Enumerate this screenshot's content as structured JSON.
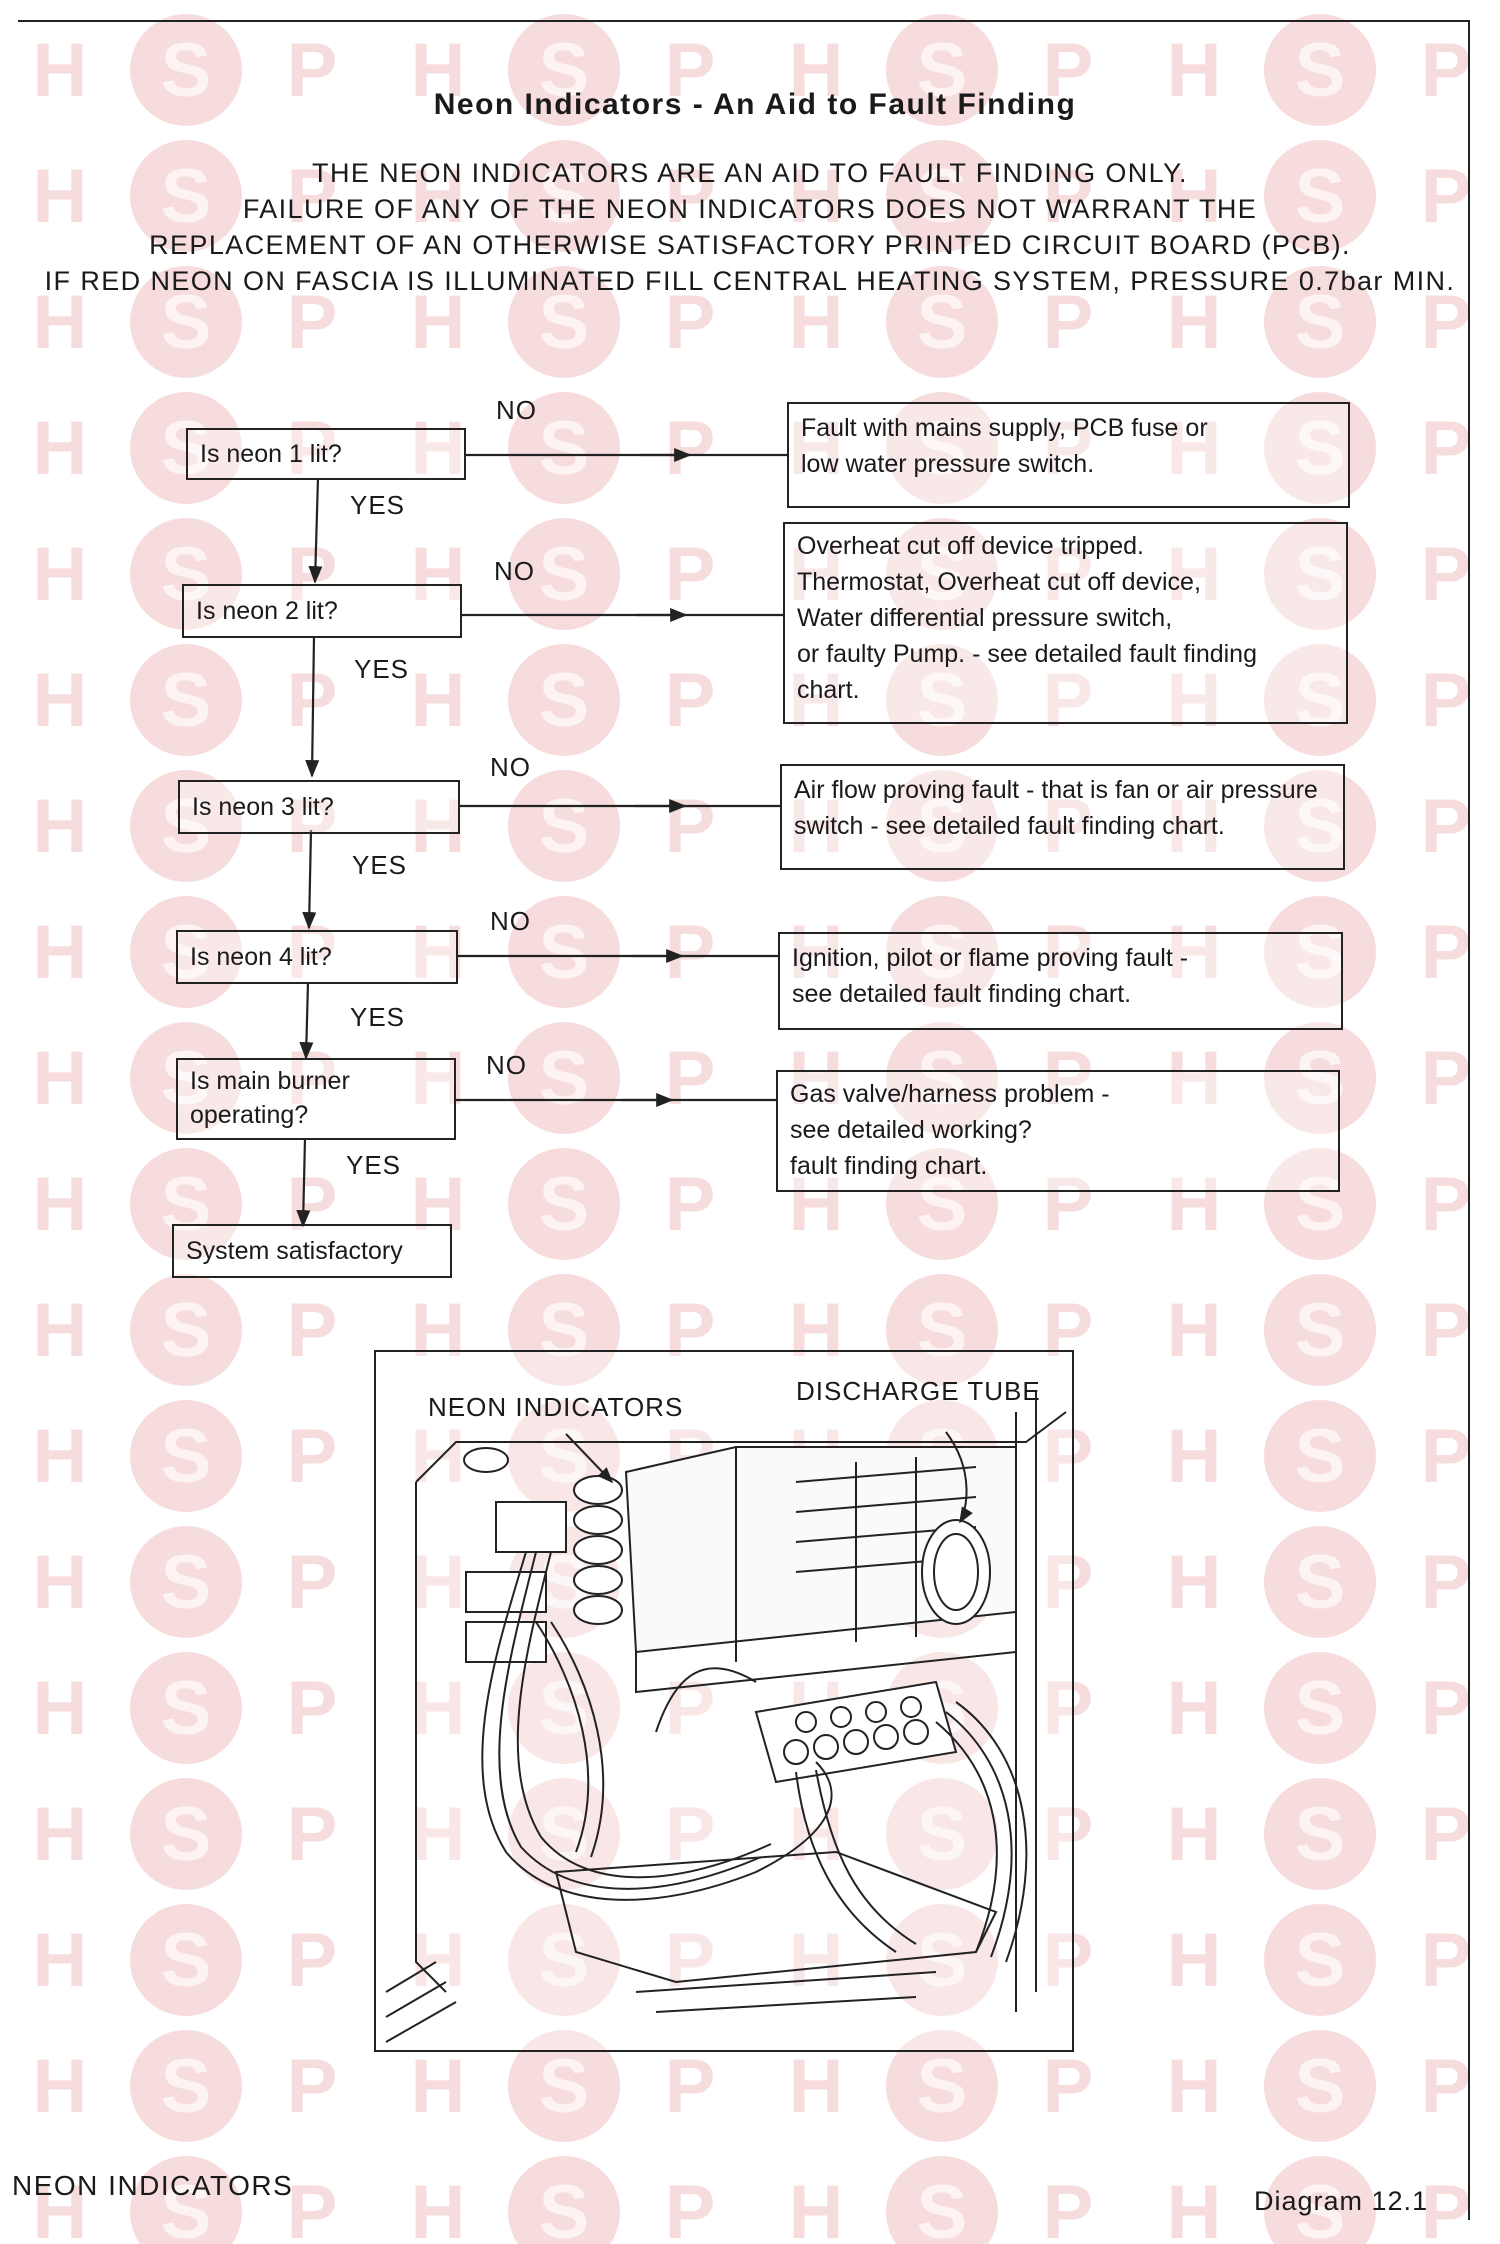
{
  "watermark": {
    "letters": [
      "H",
      "S",
      "P"
    ],
    "color": "#f6dcdc"
  },
  "title": "Neon Indicators - An Aid to Fault Finding",
  "notice_lines": [
    "THE NEON INDICATORS ARE AN AID TO FAULT FINDING ONLY.",
    "FAILURE OF ANY OF THE NEON INDICATORS DOES NOT WARRANT THE",
    "REPLACEMENT OF AN OTHERWISE SATISFACTORY PRINTED CIRCUIT BOARD (PCB).",
    "IF RED NEON ON FASCIA IS ILLUMINATED FILL CENTRAL HEATING SYSTEM, PRESSURE 0.7bar MIN."
  ],
  "flow": {
    "no_label": "NO",
    "yes_label": "YES",
    "steps": [
      {
        "question": "Is neon 1 lit?",
        "fault": [
          "Fault with mains supply, PCB fuse or",
          "low water pressure switch."
        ]
      },
      {
        "question": "Is neon 2 lit?",
        "fault": [
          "Overheat  cut off device tripped.",
          "Thermostat, Overheat cut off device,",
          "Water differential pressure switch,",
          "or faulty Pump. - see detailed fault finding",
          "chart."
        ]
      },
      {
        "question": "Is neon 3 lit?",
        "fault": [
          "Air flow proving fault - that is fan or air pressure",
          "switch - see detailed fault finding chart."
        ]
      },
      {
        "question": "Is neon 4 lit?",
        "fault": [
          "Ignition, pilot or flame proving fault -",
          "see detailed fault finding chart."
        ]
      },
      {
        "question": [
          "Is main burner",
          "operating?"
        ],
        "fault": [
          "Gas valve/harness problem -",
          "see detailed working?",
          "fault finding chart."
        ]
      }
    ],
    "end": "System satisfactory"
  },
  "illustration": {
    "callout_neon": "NEON INDICATORS",
    "callout_tube": "DISCHARGE TUBE"
  },
  "footer": {
    "left": "NEON INDICATORS",
    "right": "Diagram  12.1"
  }
}
